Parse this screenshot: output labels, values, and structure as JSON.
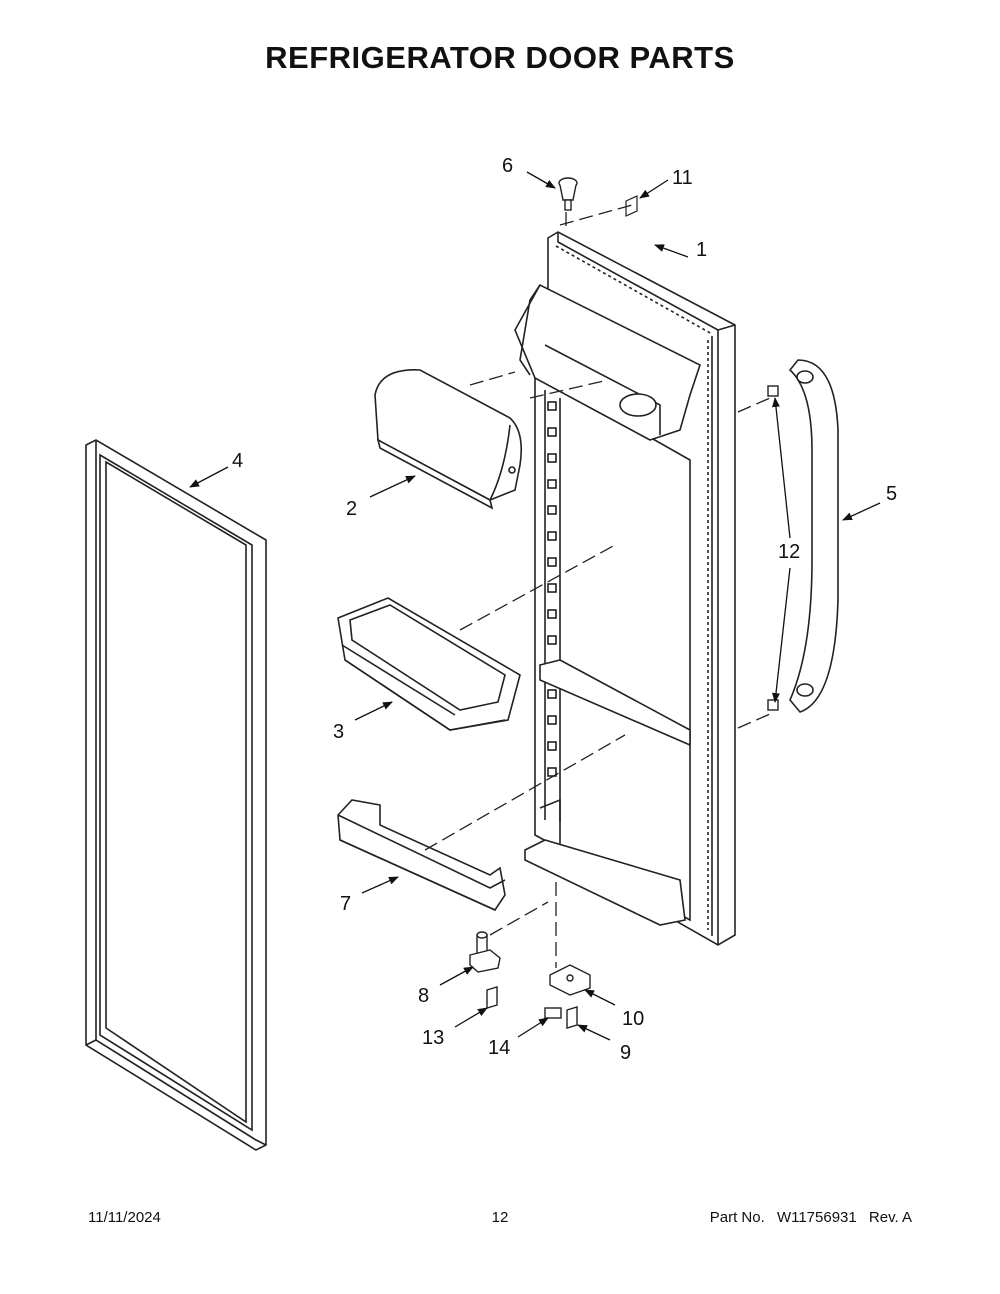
{
  "page": {
    "title": "REFRIGERATOR DOOR PARTS"
  },
  "callouts": {
    "c1": "1",
    "c2": "2",
    "c3": "3",
    "c4": "4",
    "c5": "5",
    "c6": "6",
    "c7": "7",
    "c8": "8",
    "c9": "9",
    "c10": "10",
    "c11": "11",
    "c12": "12",
    "c13": "13",
    "c14": "14"
  },
  "footer": {
    "date": "11/11/2024",
    "page_number": "12",
    "part_label": "Part No.",
    "part_number": "W11756931",
    "revision": "Rev.  A"
  }
}
